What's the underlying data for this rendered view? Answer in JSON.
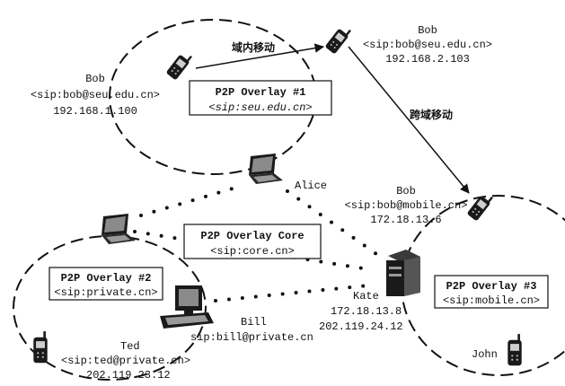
{
  "diagram": {
    "edges": {
      "intra_move": "域内移动",
      "cross_move": "跨域移动"
    },
    "overlays": {
      "o1": {
        "name": "P2P Overlay #1",
        "uri": "<sip:seu.edu.cn>"
      },
      "core": {
        "name": "P2P Overlay Core",
        "uri": "<sip:core.cn>"
      },
      "o2": {
        "name": "P2P Overlay #2",
        "uri": "<sip:private.cn>"
      },
      "o3": {
        "name": "P2P Overlay #3",
        "uri": "<sip:mobile.cn>"
      }
    },
    "nodes": {
      "bob1": {
        "name": "Bob",
        "uri": "<sip:bob@seu.edu.cn>",
        "ip": "192.168.1.100"
      },
      "bob2": {
        "name": "Bob",
        "uri": "<sip:bob@seu.edu.cn>",
        "ip": "192.168.2.103"
      },
      "bob3": {
        "name": "Bob",
        "uri": "<sip:bob@mobile.cn>",
        "ip": "172.18.13.6"
      },
      "alice": {
        "name": "Alice"
      },
      "kate": {
        "name": "Kate",
        "ip1": "172.18.13.8",
        "ip2": "202.119.24.12"
      },
      "bill": {
        "name": "Bill",
        "uri": "sip:bill@private.cn"
      },
      "ted": {
        "name": "Ted",
        "uri": "<sip:ted@private.cn>",
        "ip": "202.119.23.12"
      },
      "john": {
        "name": "John"
      }
    },
    "icons": {
      "phone": "mobile-phone-icon",
      "laptop": "laptop-icon",
      "desktop": "desktop-computer-icon",
      "server": "server-tower-icon"
    }
  }
}
